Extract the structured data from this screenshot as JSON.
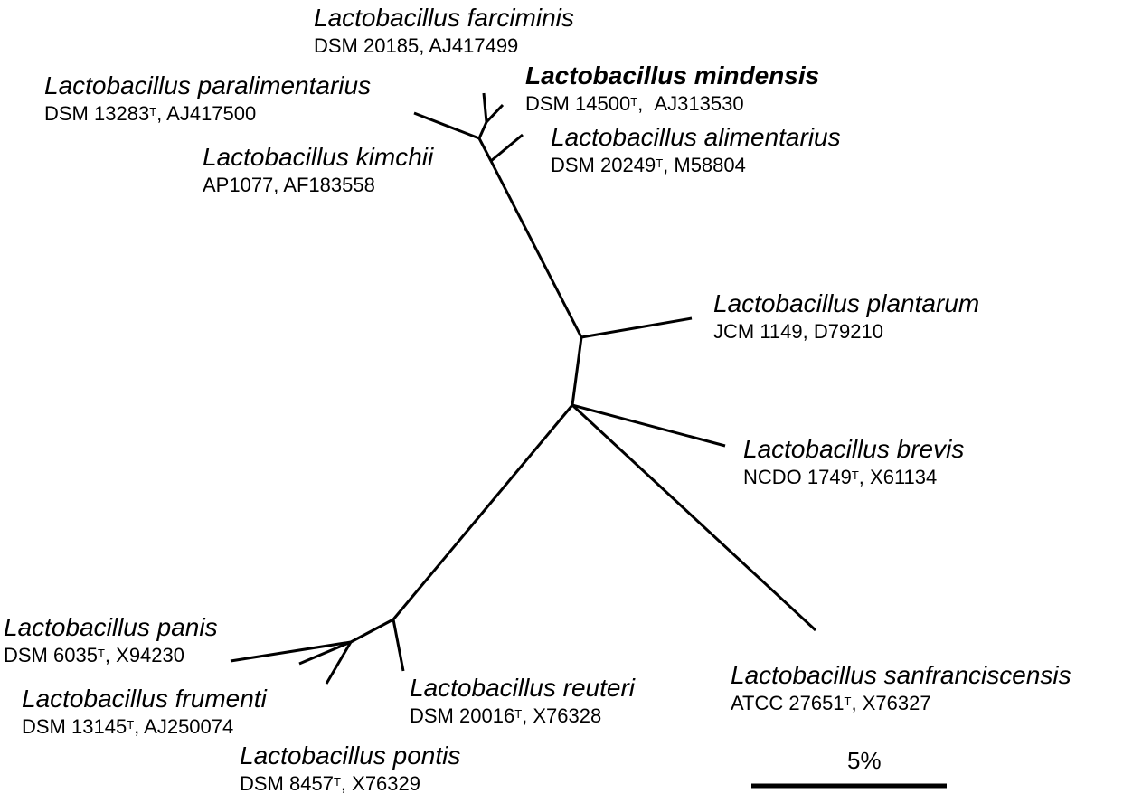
{
  "taxa": {
    "farciminis": {
      "species": "Lactobacillus farciminis",
      "strain": "DSM 20185",
      "type_strain": false,
      "accession": "AJ417499"
    },
    "mindensis": {
      "species": "Lactobacillus mindensis",
      "strain": "DSM 14500",
      "type_strain": true,
      "accession": "AJ313530"
    },
    "paralimentarius": {
      "species": "Lactobacillus paralimentarius",
      "strain": "DSM 13283",
      "type_strain": true,
      "accession": "AJ417500"
    },
    "alimentarius": {
      "species": "Lactobacillus alimentarius",
      "strain": "DSM 20249",
      "type_strain": true,
      "accession": "M58804"
    },
    "kimchii": {
      "species": "Lactobacillus kimchii",
      "strain": "AP1077",
      "type_strain": false,
      "accession": "AF183558"
    },
    "plantarum": {
      "species": "Lactobacillus plantarum",
      "strain": "JCM 1149",
      "type_strain": false,
      "accession": "D79210"
    },
    "brevis": {
      "species": "Lactobacillus brevis",
      "strain": "NCDO 1749",
      "type_strain": true,
      "accession": "X61134"
    },
    "panis": {
      "species": "Lactobacillus panis",
      "strain": "DSM 6035",
      "type_strain": true,
      "accession": "X94230"
    },
    "reuteri": {
      "species": "Lactobacillus reuteri",
      "strain": "DSM 20016",
      "type_strain": true,
      "accession": "X76328"
    },
    "frumenti": {
      "species": "Lactobacillus frumenti",
      "strain": "DSM 13145",
      "type_strain": true,
      "accession": "AJ250074"
    },
    "sanfranciscensis": {
      "species": "Lactobacillus sanfranciscensis",
      "strain": "ATCC 27651",
      "type_strain": true,
      "accession": "X76327"
    },
    "pontis": {
      "species": "Lactobacillus pontis",
      "strain": "DSM 8457",
      "type_strain": true,
      "accession": "X76329"
    }
  },
  "type_strain_marker": "T",
  "scale_bar": {
    "label": "5%"
  },
  "colors": {
    "line": "#000000",
    "text": "#000000",
    "background": "#ffffff"
  }
}
